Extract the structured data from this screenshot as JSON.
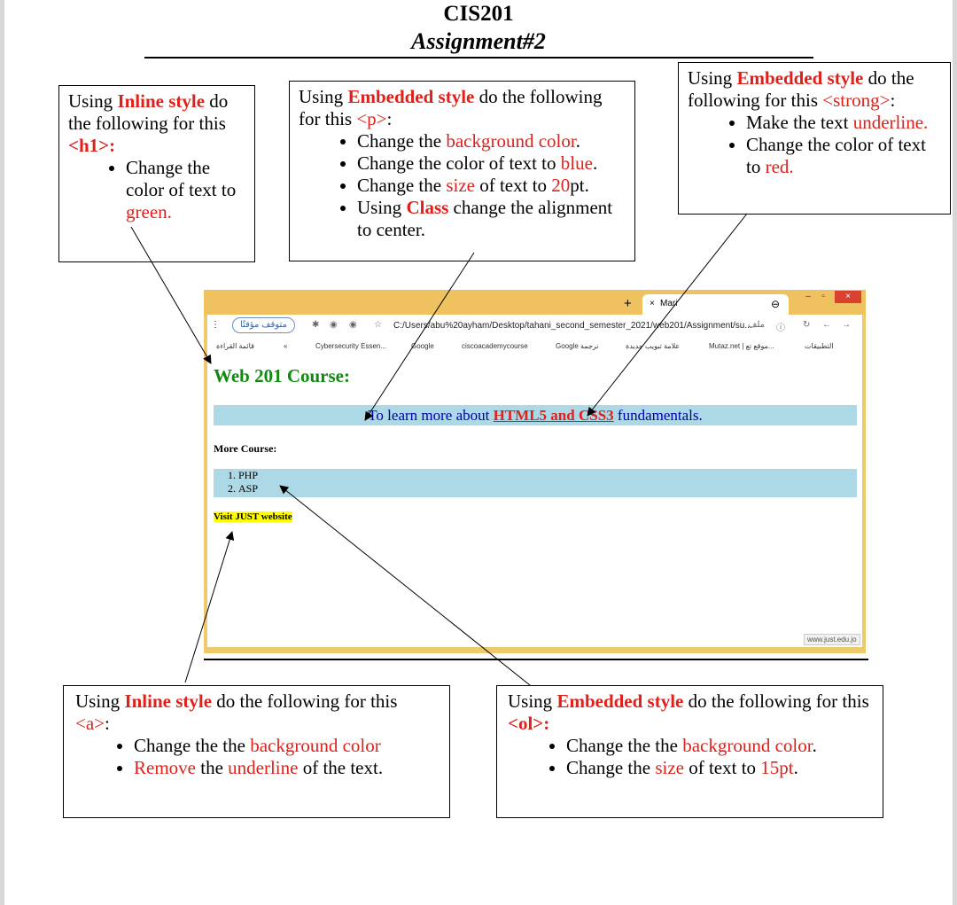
{
  "header": {
    "course": "CIS201",
    "assignment": "Assignment#2"
  },
  "box_h1": {
    "pre": "Using ",
    "style": "Inline style",
    "mid": " do the following for this ",
    "tag": "<h1>:",
    "items": [
      {
        "a": "Change the color of text to ",
        "b": "green",
        "c": "."
      }
    ]
  },
  "box_p": {
    "pre": "Using ",
    "style": "Embedded style",
    "mid": " do the following for this ",
    "tag": "<p>",
    "post": ":",
    "items": [
      {
        "a": "Change the ",
        "b": "background color",
        "c": "."
      },
      {
        "a": "Change the color of text to ",
        "b": "blue",
        "c": "."
      },
      {
        "a": "Change the ",
        "b": "size",
        "c": " of text to ",
        "d": "20",
        "e": "pt."
      },
      {
        "a": "Using ",
        "b": "Class",
        "c": " change the alignment to center."
      }
    ]
  },
  "box_strong": {
    "pre": "Using ",
    "style": "Embedded style",
    "mid": " do the following for this ",
    "tag": "<strong>",
    "post": ":",
    "items": [
      {
        "a": "Make the text ",
        "b": "underline",
        "c": "."
      },
      {
        "a": "Change the color of text to ",
        "b": "red",
        "c": "."
      }
    ]
  },
  "box_a": {
    "pre": "Using ",
    "style": "Inline style",
    "mid": " do the following for this ",
    "tag": "<a>",
    "post": ":",
    "items": [
      {
        "a": "Change the the ",
        "b": "background color"
      },
      {
        "a": "Remove",
        "b": " the ",
        "c": "underline",
        "d": " of the text."
      }
    ]
  },
  "box_ol": {
    "pre": "Using ",
    "style": "Embedded style",
    "mid": " do the following for this ",
    "tag": "<ol>:",
    "items": [
      {
        "a": "Change the the ",
        "b": "background color",
        "c": "."
      },
      {
        "a": "Change the ",
        "b": "size",
        "c": " of text to ",
        "d": "15pt",
        "e": "."
      }
    ]
  },
  "browser": {
    "tab_title": "Mari",
    "tab_close": "×",
    "new_tab": "+",
    "win_min": "–",
    "win_max": "▫",
    "win_close": "×",
    "url": "C:/Users/abu%20ayham/Desktop/tahani_second_semester_2021/web201/Assignment/su...",
    "file_label": "ملف",
    "profile": "متوقف مؤقتًا",
    "bookmarks": [
      "قائمة القراءة",
      "«",
      "Cybersecurity Essen...",
      "Google",
      "ciscoacademycourse",
      "Google ترجمة",
      "علامة تبويب جديدة",
      "Mutaz.net | موقع تع...",
      "التطبيقات"
    ],
    "page": {
      "h1": "Web 201 Course:",
      "p_pre": "To learn more about ",
      "p_strong": "HTML5 and CSS3",
      "p_post": " fundamentals.",
      "more": "More Course:",
      "ol": [
        "PHP",
        "ASP"
      ],
      "link": "Visit JUST website",
      "status_url": "www.just.edu.jo"
    }
  }
}
